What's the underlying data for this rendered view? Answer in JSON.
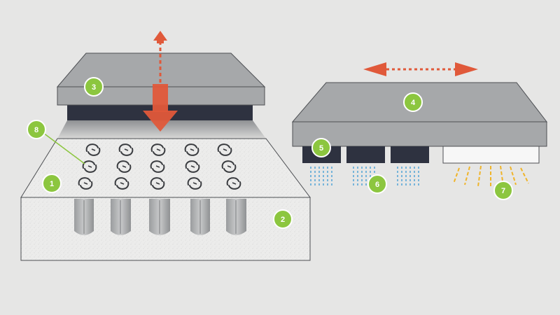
{
  "colors": {
    "background": "#e6e6e5",
    "press_plate": "#a6a8aa",
    "dark_layer": "#2e3240",
    "substrate": "#ececeb",
    "arrow": "#e0593a",
    "badge": "#8cc63f",
    "coolant_drops": "#5aa8d8",
    "heat_rays": "#f0b429",
    "outline": "#4d4f53"
  },
  "icons": {
    "press_arrow": "down-arrow-icon",
    "lift_arrow": "up-arrow-icon",
    "slide_arrow": "double-arrow-icon"
  },
  "badges": {
    "b1": "1",
    "b2": "2",
    "b3": "3",
    "b4": "4",
    "b5": "5",
    "b6": "6",
    "b7": "7",
    "b8": "8"
  }
}
